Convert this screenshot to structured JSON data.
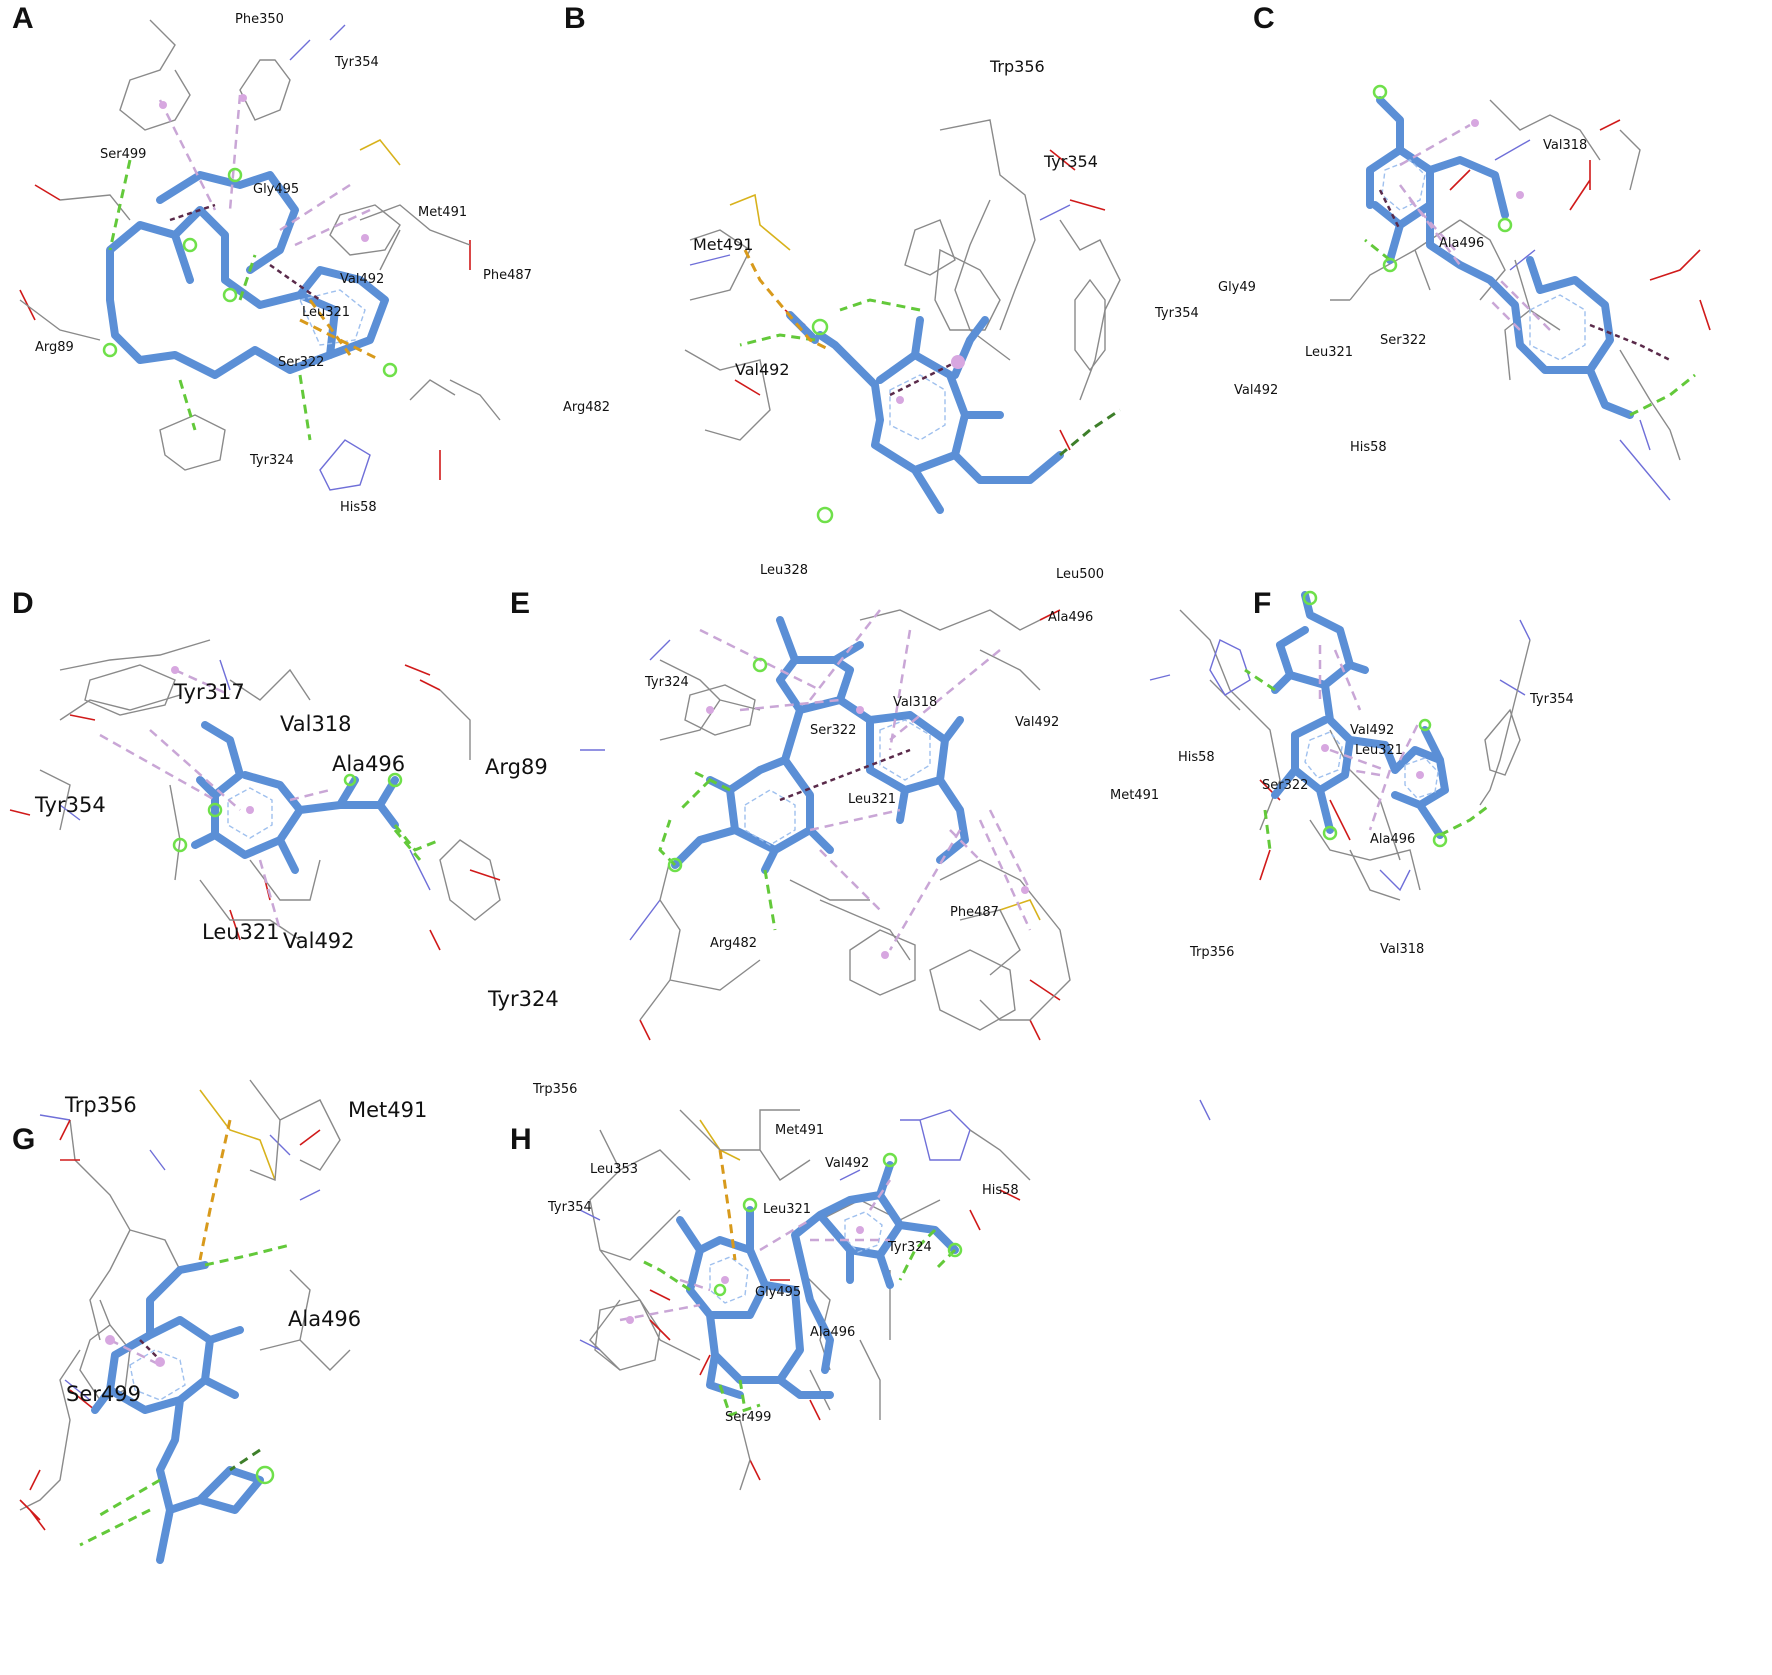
{
  "panels": [
    {
      "letter": "A",
      "residues": [
        "Phe350",
        "Tyr354",
        "Ser499",
        "Gly495",
        "Met491",
        "Val492",
        "Phe487",
        "Leu321",
        "Arg89",
        "Ser322",
        "Arg482",
        "Tyr324",
        "His58"
      ]
    },
    {
      "letter": "B",
      "residues": [
        "Trp356",
        "Tyr354",
        "Met491",
        "Val492"
      ]
    },
    {
      "letter": "C",
      "residues": [
        "Val318",
        "Ala496",
        "Tyr354",
        "Gly49",
        "Ser322",
        "Leu321",
        "Val492",
        "His58"
      ]
    },
    {
      "letter": "D",
      "residues": [
        "Tyr317",
        "Val318",
        "Arg89",
        "Tyr354",
        "Ala496",
        "Leu321",
        "Val492",
        "Tyr324"
      ]
    },
    {
      "letter": "E",
      "residues": [
        "Leu500",
        "Leu328",
        "Ala496",
        "Tyr324",
        "Val318",
        "Val492",
        "Ser322",
        "Leu321",
        "Met491",
        "Phe487",
        "Arg482",
        "Trp356"
      ]
    },
    {
      "letter": "F",
      "residues": [
        "Tyr354",
        "Val492",
        "His58",
        "Leu321",
        "Ser322",
        "Ala496",
        "Val318"
      ]
    },
    {
      "letter": "G",
      "residues": [
        "Trp356",
        "Met491",
        "Ala496",
        "Ser499"
      ]
    },
    {
      "letter": "H",
      "residues": [
        "Trp356",
        "Met491",
        "Val492",
        "His58",
        "Leu353",
        "Leu321",
        "Tyr354",
        "Tyr324",
        "Gly495",
        "Ala496",
        "Ser499"
      ]
    }
  ],
  "colors": {
    "ligand": "#5b8fd6",
    "hydrogen_bond": "#63c93a",
    "pi_alkyl": "#c9a6d6",
    "pi_sulfur": "#d89a1c",
    "carbon_wire": "#8a8a8a",
    "nitrogen_wire": "#6f6fd8",
    "oxygen_wire": "#d01a1a",
    "sulfur_wire": "#d8b21c"
  }
}
